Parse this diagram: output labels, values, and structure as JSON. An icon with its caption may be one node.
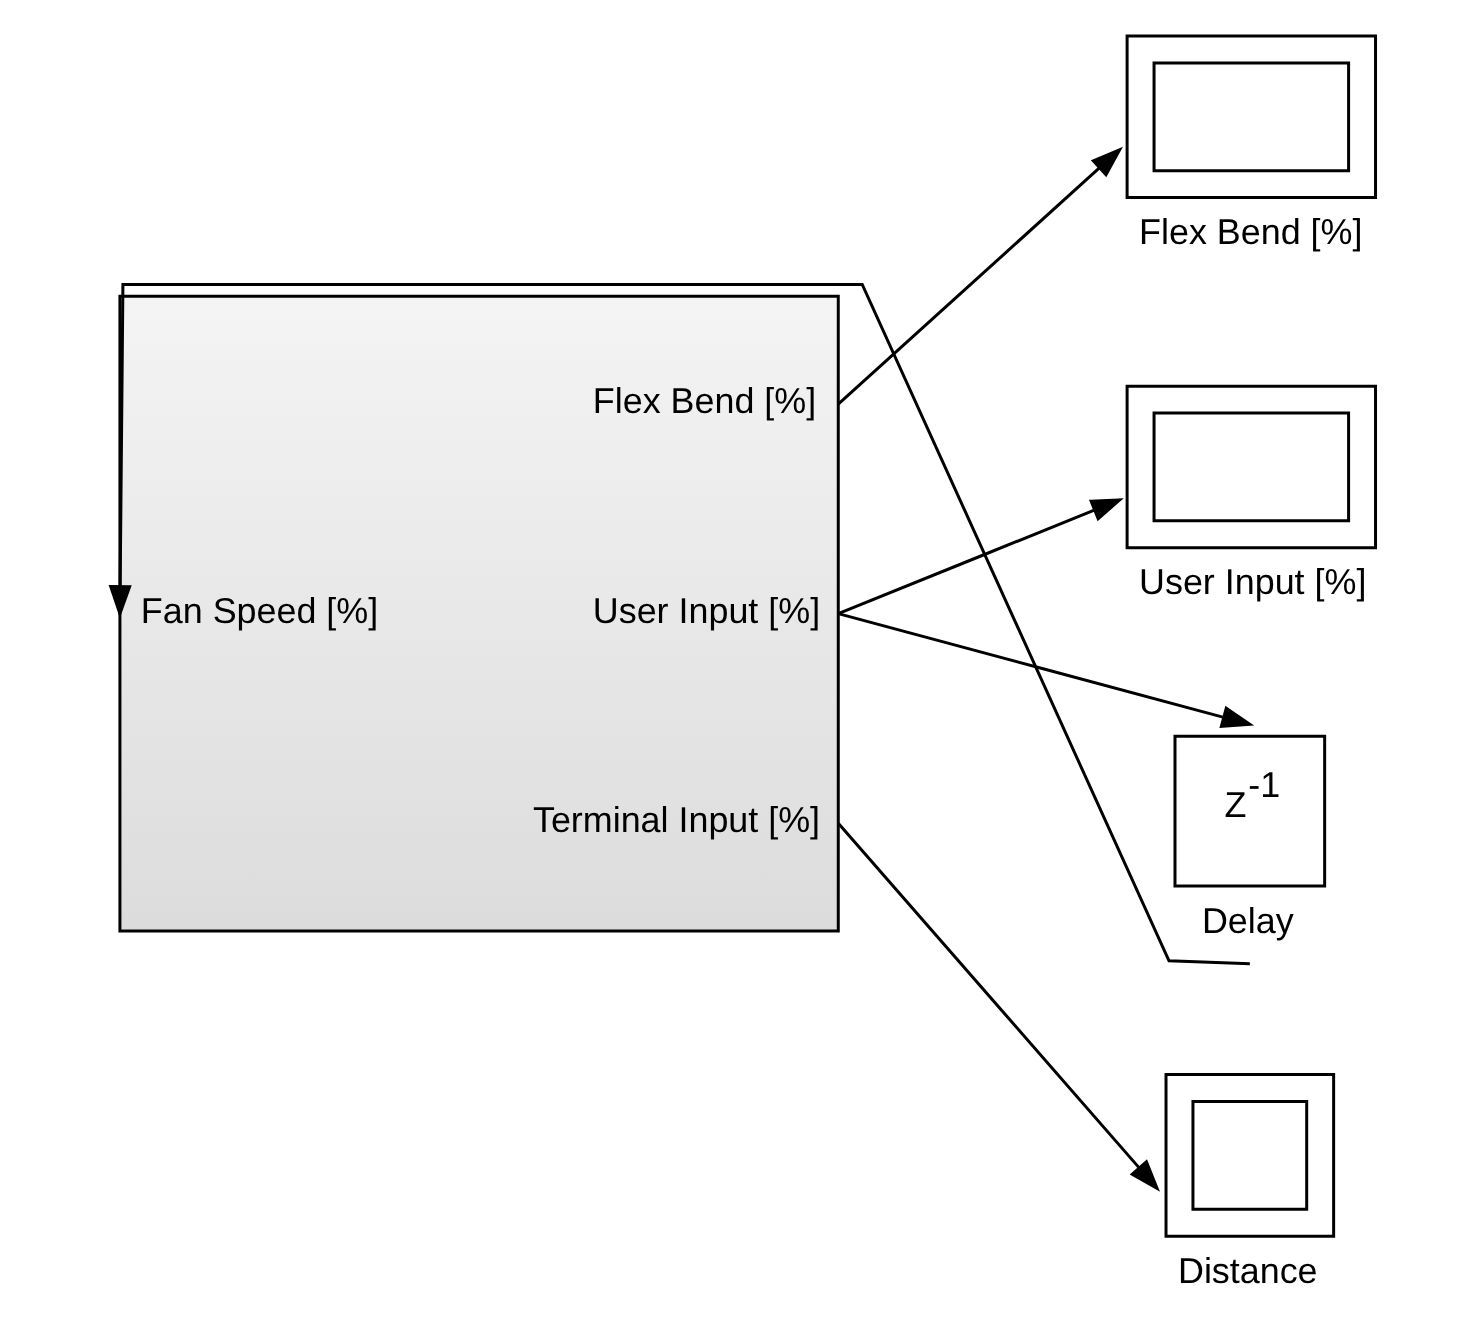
{
  "diagram": {
    "nodes": [
      {
        "text": [
          "Fan Speed [%]",
          "Flex Bend [%]",
          "User Input [%]",
          "Terminal Input [%]"
        ]
      },
      {
        "text": [],
        "shape": "box",
        "beside": [
          "Flex Bend [%]"
        ]
      },
      {
        "text": [],
        "shape": "box",
        "beside": [
          "User Input [%]"
        ]
      },
      {
        "text": [],
        "shape": "box",
        "beside": [
          "Distance"
        ]
      },
      {
        "text": [
          "Z$^{-1}$"
        ],
        "beside": [
          "Delay"
        ]
      }
    ],
    "edges": [
      {
        "from": 0,
        "to": 1,
        "arrow": "to"
      },
      {
        "from": 0,
        "to": 2,
        "arrow": "to"
      },
      {
        "from": 0,
        "to": 3,
        "arrow": "to"
      },
      {
        "from": 0,
        "to": 4,
        "arrow": "to"
      },
      {
        "from": 4,
        "to": 0,
        "arrow": "to"
      }
    ]
  }
}
